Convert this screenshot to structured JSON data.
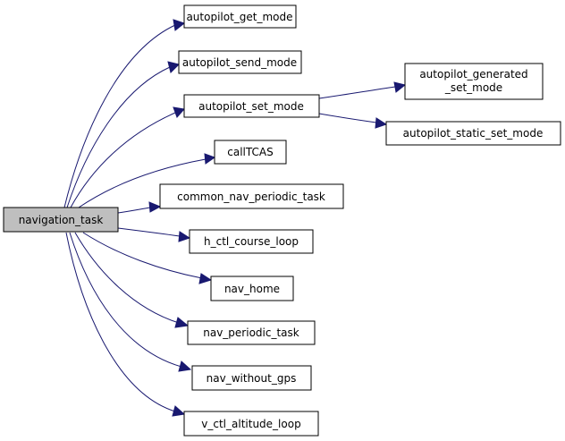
{
  "root": {
    "label": "navigation_task"
  },
  "callees": [
    {
      "id": "get_mode",
      "label": "autopilot_get_mode"
    },
    {
      "id": "send_mode",
      "label": "autopilot_send_mode"
    },
    {
      "id": "set_mode",
      "label": "autopilot_set_mode"
    },
    {
      "id": "calltcas",
      "label": "callTCAS"
    },
    {
      "id": "common_nav",
      "label": "common_nav_periodic_task"
    },
    {
      "id": "h_ctl",
      "label": "h_ctl_course_loop"
    },
    {
      "id": "nav_home",
      "label": "nav_home"
    },
    {
      "id": "nav_periodic",
      "label": "nav_periodic_task"
    },
    {
      "id": "nav_without_gps",
      "label": "nav_without_gps"
    },
    {
      "id": "v_ctl",
      "label": "v_ctl_altitude_loop"
    }
  ],
  "set_mode_callees": [
    {
      "id": "generated_set_mode",
      "label_lines": [
        "autopilot_generated",
        "_set_mode"
      ]
    },
    {
      "id": "static_set_mode",
      "label": "autopilot_static_set_mode"
    }
  ],
  "colors": {
    "edge": "#191970",
    "root_fill": "#bfbfbf",
    "node_border": "#000000"
  }
}
